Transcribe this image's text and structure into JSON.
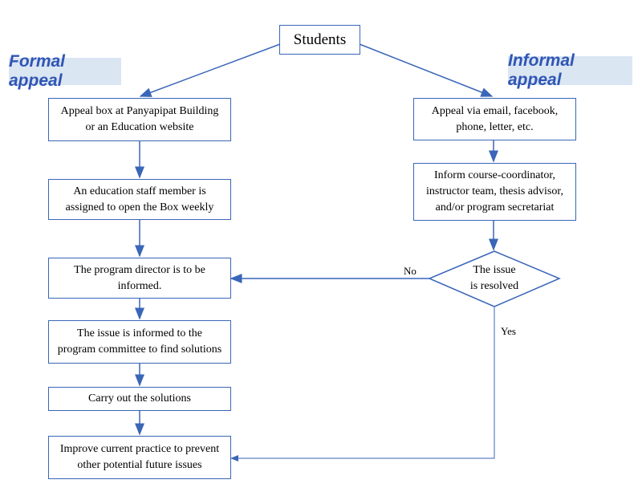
{
  "labels": {
    "formal": "Formal appeal",
    "informal": "Informal appeal"
  },
  "nodes": {
    "students": "Students",
    "appeal_box": "Appeal box at Panyapipat Building\nor an Education website",
    "staff_member": "An education staff member is\nassigned to open the Box weekly",
    "director": "The program director is to be\ninformed.",
    "committee": "The issue is informed to the\nprogram committee to find solutions",
    "carry_out": "Carry out the solutions",
    "improve": "Improve current practice to prevent\nother potential future issues",
    "appeal_email": "Appeal via email, facebook,\nphone, letter, etc.",
    "inform": "Inform course-coordinator,\ninstructor team, thesis advisor,\nand/or program secretariat",
    "decision": "The issue\nis resolved"
  },
  "edge_labels": {
    "no": "No",
    "yes": "Yes"
  },
  "colors": {
    "line": "#3a66b8",
    "tag_bg": "#dbe6f3",
    "tag_text": "#2f55b5"
  }
}
